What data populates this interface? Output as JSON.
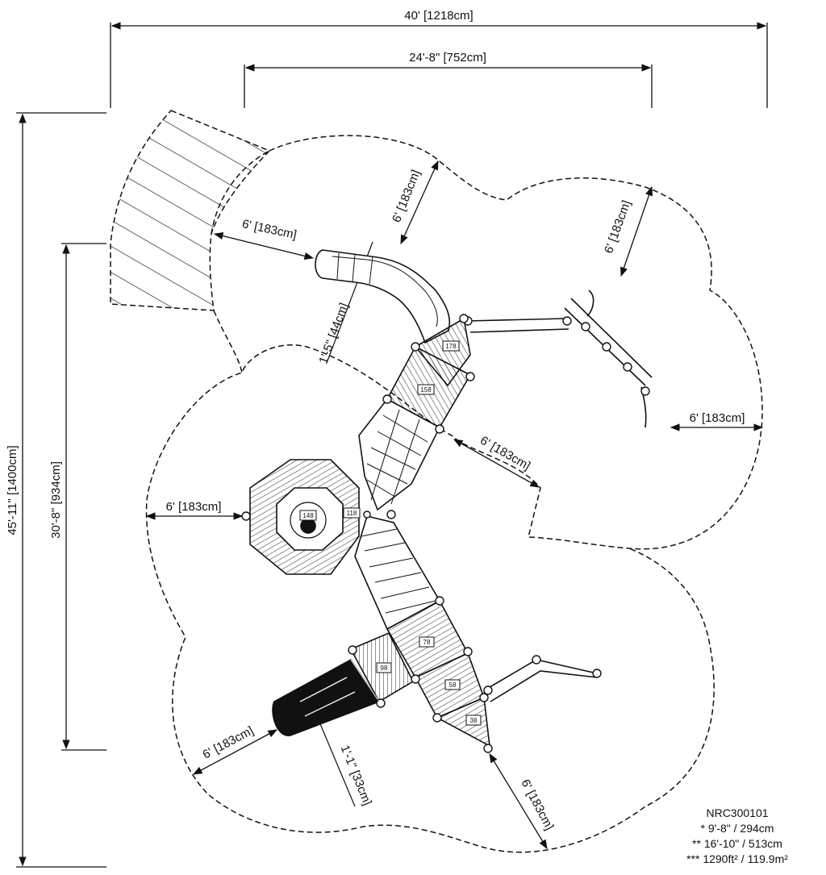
{
  "dimensions": {
    "overall_width": "40' [1218cm]",
    "structure_width": "24'-8\" [752cm]",
    "overall_depth": "45'-11\" [1400cm]",
    "structure_depth": "30'-8\" [934cm]",
    "slide_width_top": "1'-5\" [44cm]",
    "slide_width_bottom": "1'-1\" [33cm]",
    "clearance_labels": [
      "6' [183cm]",
      "6' [183cm]",
      "6' [183cm]",
      "6' [183cm]",
      "6' [183cm]",
      "6' [183cm]",
      "6' [183cm]",
      "6' [183cm]"
    ]
  },
  "deck_heights": [
    "178",
    "158",
    "148",
    "118",
    "78",
    "98",
    "58",
    "38"
  ],
  "legend": {
    "model": "NRC300101",
    "line1": "* 9'-8\" / 294cm",
    "line2": "** 16'-10\" / 513cm",
    "line3": "*** 1290ft² / 119.9m²"
  }
}
